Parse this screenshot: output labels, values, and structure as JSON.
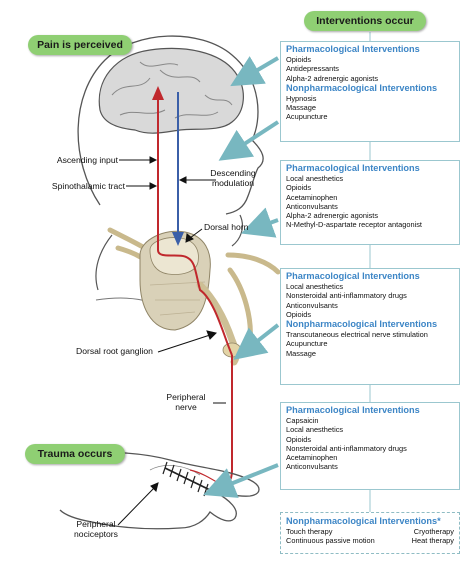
{
  "pills": {
    "interventions_occur": "Interventions occur",
    "pain_perceived": "Pain is perceived",
    "trauma_occurs": "Trauma occurs"
  },
  "labels": {
    "ascending_input": "Ascending input",
    "spinothalamic_tract": "Spinothalamic tract",
    "descending_modulation_1": "Descending",
    "descending_modulation_2": "modulation",
    "dorsal_horn": "Dorsal horn",
    "dorsal_root_ganglion": "Dorsal root ganglion",
    "peripheral_nerve_1": "Peripheral",
    "peripheral_nerve_2": "nerve",
    "peripheral_nociceptors_1": "Peripheral",
    "peripheral_nociceptors_2": "nociceptors"
  },
  "boxes": {
    "brain": {
      "pharm_title": "Pharmacological Interventions",
      "pharm_items": [
        "Opioids",
        "Antidepressants",
        "Alpha-2 adrenergic agonists"
      ],
      "nonpharm_title": "Nonpharmacological Interventions",
      "nonpharm_items": [
        "Hypnosis",
        "Massage",
        "Acupuncture"
      ]
    },
    "dorsal_horn": {
      "pharm_title": "Pharmacological Interventions",
      "pharm_items": [
        "Local anesthetics",
        "Opioids",
        "Acetaminophen",
        "Anticonvulsants",
        "Alpha-2 adrenergic agonists",
        "N-Methyl-D-aspartate receptor antagonist"
      ]
    },
    "peripheral_nerve": {
      "pharm_title": "Pharmacological Interventions",
      "pharm_items": [
        "Local anesthetics",
        "Nonsteroidal anti-inflammatory drugs",
        "Anticonvulsants",
        "Opioids"
      ],
      "nonpharm_title": "Nonpharmacological Interventions",
      "nonpharm_items": [
        "Transcutaneous electrical nerve stimulation",
        "Acupuncture",
        "Massage"
      ]
    },
    "periphery": {
      "pharm_title": "Pharmacological Interventions",
      "pharm_items": [
        "Capsaicin",
        "Local anesthetics",
        "Opioids",
        "Nonsteroidal anti-inflammatory drugs",
        "Acetaminophen",
        "Anticonvulsants"
      ]
    },
    "nonpharm_all": {
      "title": "Nonpharmacological Interventions*",
      "col1": [
        "Touch therapy",
        "Continuous passive motion"
      ],
      "col2": [
        "Cryotherapy",
        "Heat therapy"
      ]
    }
  },
  "colors": {
    "pill_green": "#8fcf73",
    "heading_blue": "#3d86c6",
    "connector_teal": "#78b7c0",
    "ascending_red": "#c0282d",
    "descending_blue": "#3b5fa8"
  }
}
